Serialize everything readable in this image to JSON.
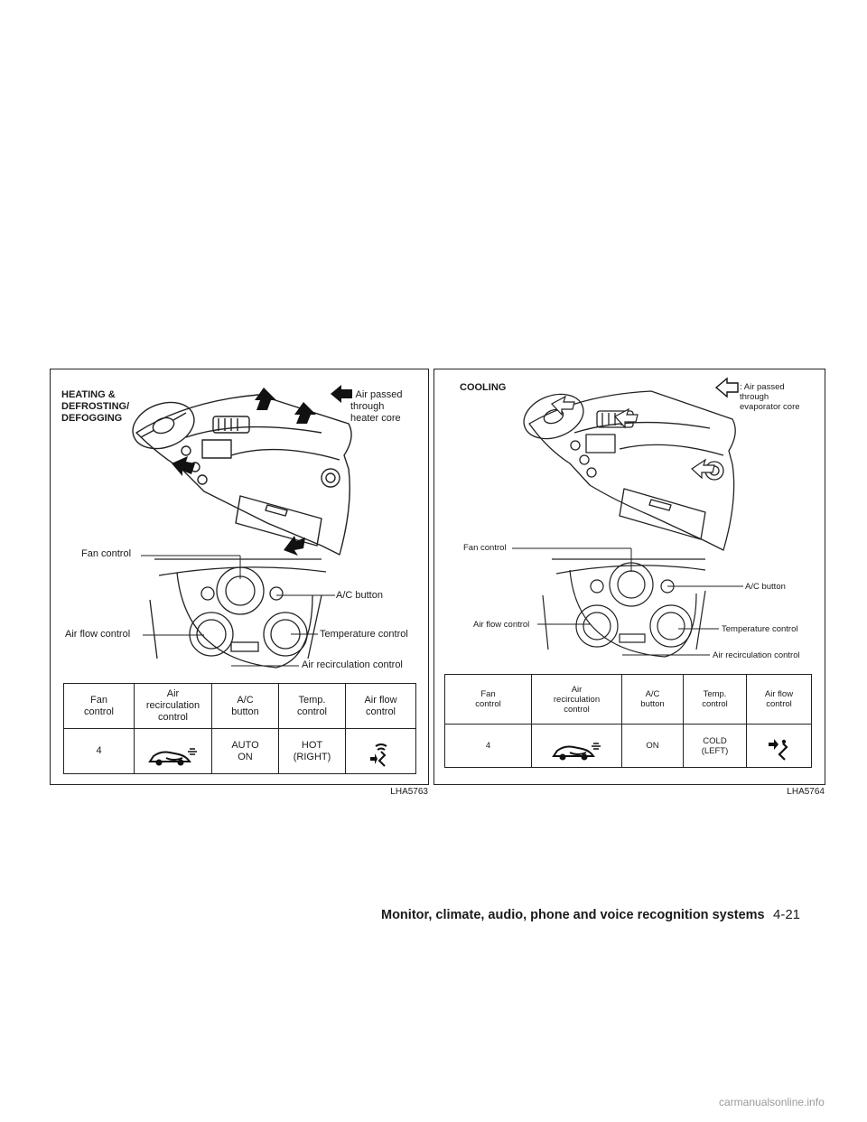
{
  "left_panel": {
    "heading": "HEATING &\nDEFROSTING/\nDEFOGGING",
    "legend_text": ": Air passed\n    through\n    heater core",
    "callouts": {
      "fan": "Fan control",
      "ac": "A/C button",
      "airflow": "Air flow control",
      "temp": "Temperature control",
      "recirc": "Air recirculation control"
    },
    "table": {
      "headers": [
        "Fan\ncontrol",
        "Air\nrecirculation\ncontrol",
        "A/C\nbutton",
        "Temp.\ncontrol",
        "Air flow\ncontrol"
      ],
      "row": [
        "4",
        "",
        "AUTO\nON",
        "HOT\n(RIGHT)",
        ""
      ]
    },
    "figure_code": "LHA5763"
  },
  "right_panel": {
    "heading": "COOLING",
    "legend_text": ": Air passed\n  through\n  evaporator core",
    "callouts": {
      "fan": "Fan control",
      "ac": "A/C button",
      "airflow": "Air flow control",
      "temp": "Temperature control",
      "recirc": "Air recirculation control"
    },
    "table": {
      "headers": [
        "Fan\ncontrol",
        "Air\nrecirculation\ncontrol",
        "A/C\nbutton",
        "Temp.\ncontrol",
        "Air flow\ncontrol"
      ],
      "row": [
        "4",
        "",
        "ON",
        "COLD\n(LEFT)",
        ""
      ]
    },
    "figure_code": "LHA5764"
  },
  "footer": {
    "section_title": "Monitor, climate, audio, phone and voice recognition systems",
    "page_number": "4-21"
  },
  "watermark": "carmanualsonline.info",
  "icons": {
    "heated_arrow": "filled-arrow-icon",
    "cooled_arrow": "outline-arrow-icon",
    "recirculation": "outside-air-car-icon",
    "defrost_floor": "defrost-floor-mode-icon",
    "vent_mode": "vent-mode-icon"
  }
}
